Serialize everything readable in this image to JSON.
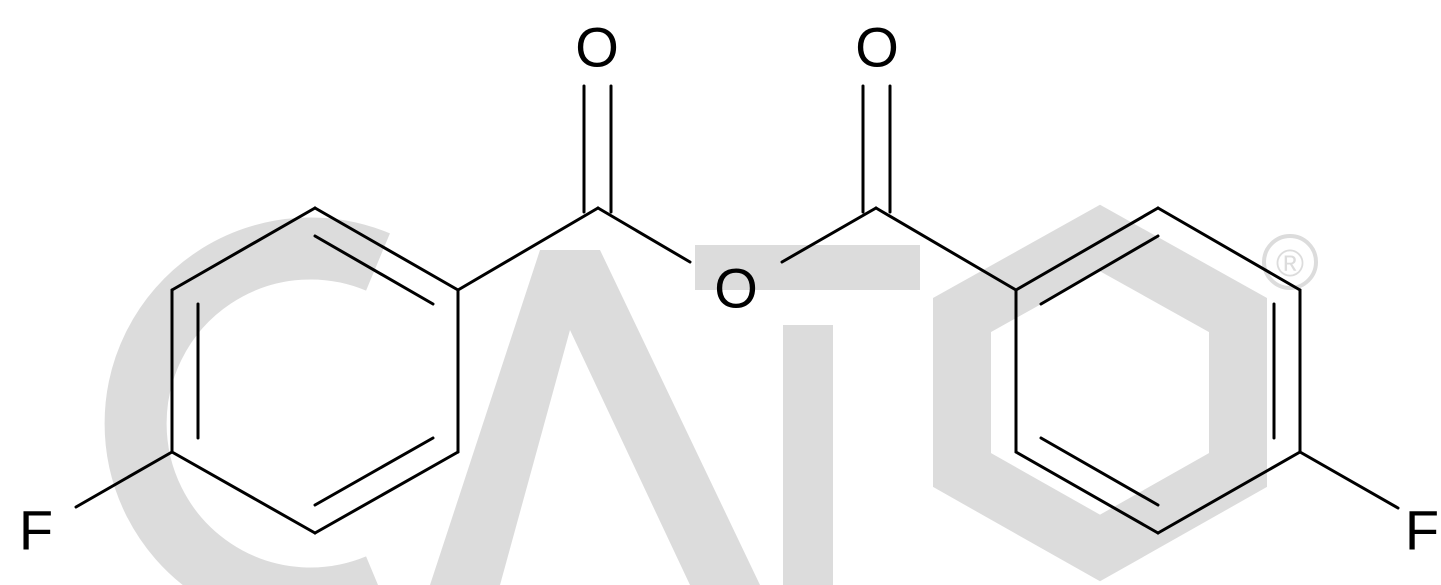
{
  "watermark": {
    "text": "CATO",
    "registered_mark": "®",
    "color": "#dcdcdc"
  },
  "atoms": {
    "o_carbonyl_left": "O",
    "o_carbonyl_right": "O",
    "o_bridge": "O",
    "f_left": "F",
    "f_right": "F"
  },
  "colors": {
    "bond": "#000000",
    "atom_label": "#000000"
  }
}
